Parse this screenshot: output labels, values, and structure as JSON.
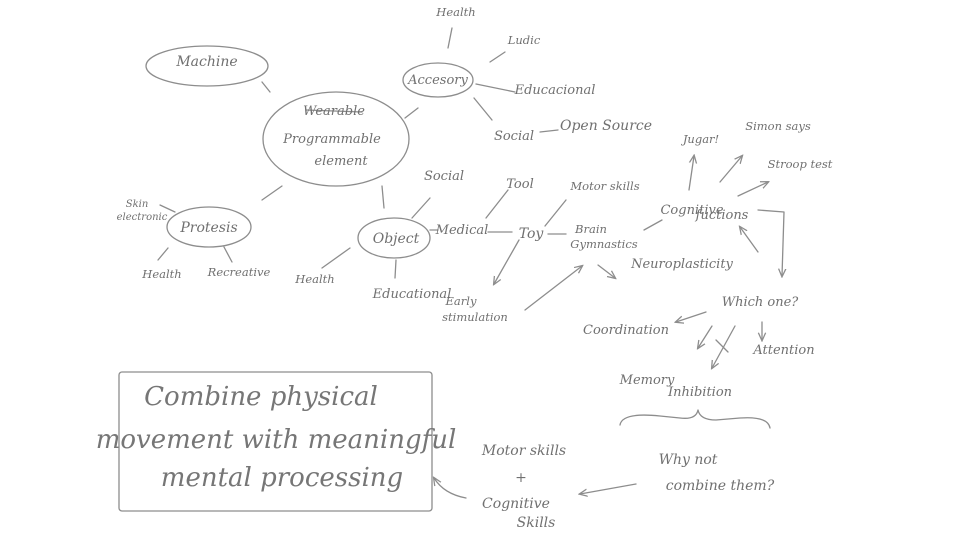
{
  "nodes": {
    "machine": "Machine",
    "wearable": "Wearable",
    "programmable1": "Programmable",
    "programmable2": "element",
    "accesory": "Accesory",
    "health_top": "Health",
    "ludic": "Ludic",
    "educacional": "Educacional",
    "social_top": "Social",
    "open_source": "Open Source",
    "skin1": "Skin",
    "skin2": "electronic",
    "protesis": "Protesis",
    "health_left": "Health",
    "recreative": "Recreative",
    "social_mid": "Social",
    "object": "Object",
    "medical": "Medical",
    "health_obj": "Health",
    "educational": "Educational",
    "tool": "Tool",
    "toy": "Toy",
    "motor_skills": "Motor skills",
    "brain1": "Brain",
    "brain2": "Gymnastics",
    "early1": "Early",
    "early2": "stimulation",
    "cognitive1": "Cognitive",
    "cognitive2": "fuctions",
    "jugar": "Jugar!",
    "simon": "Simon says",
    "stroop": "Stroop test",
    "neuroplasticity": "Neuroplasticity",
    "which_one": "Which one?",
    "coordination": "Coordination",
    "memory": "Memory",
    "inhibition": "Inhibition",
    "attention": "Attention",
    "why1": "Why not",
    "why2": "combine them?",
    "motor2": "Motor skills",
    "plus": "+",
    "cog1": "Cognitive",
    "cog2": "Skills"
  },
  "box": {
    "line1": "Combine physical",
    "line2": "movement with meaningful",
    "line3": "mental processing"
  }
}
